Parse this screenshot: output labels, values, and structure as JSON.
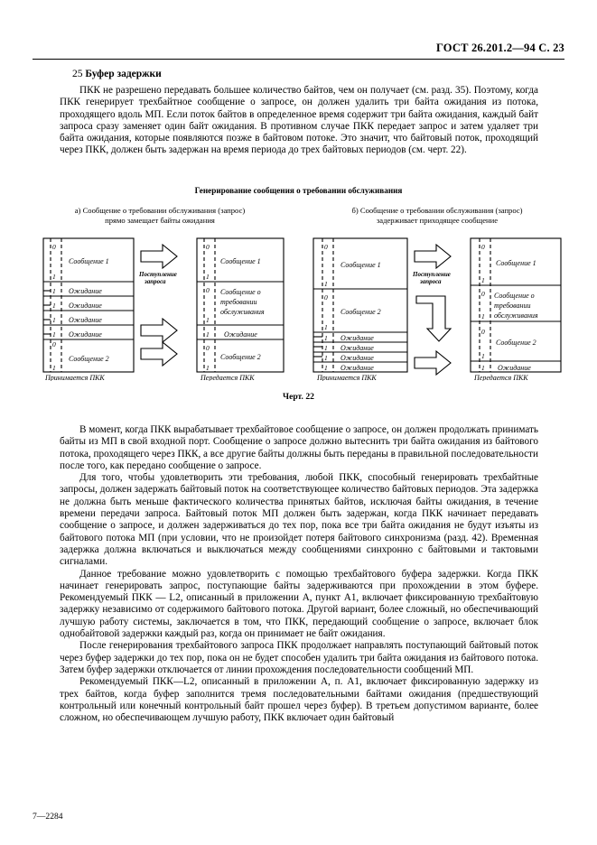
{
  "header": {
    "standard_line": "ГОСТ 26.201.2—94 С. 23"
  },
  "section": {
    "number": "25",
    "title": "Буфер задержки"
  },
  "paragraphs": {
    "p1": "ПКК не разрешено передавать большее количество байтов, чем он получает (см. разд. 35). Поэтому, когда ПКК генерирует трехбайтное сообщение о запросе, он должен удалить три байта ожидания из потока, проходящего вдоль МП. Если поток байтов в определенное время содержит три байта ожидания, каждый байт запроса сразу заменяет один байт ожидания. В противном случае ПКК передает запрос и затем удаляет три байта ожидания, которые появляются позже в байтовом потоке. Это значит, что байтовый поток, проходящий через ПКК, должен быть задержан на время периода до трех байтовых периодов (см. черт. 22).",
    "p2": "В момент, когда ПКК вырабатывает трехбайтовое сообщение о запросе, он должен продолжать принимать байты из МП в свой входной порт. Сообщение о запросе должно вытеснить три байта ожидания из байтового потока, проходящего через ПКК, а все другие байты должны быть переданы в правильной последовательности после того, как передано сообщение о запросе.",
    "p3": "Для того, чтобы удовлетворить эти требования, любой ПКК, способный генерировать трехбайтные запросы, должен задержать байтовый поток на соответствующее количество байтовых периодов. Эта задержка не должна быть меньше фактического количества принятых байтов, исключая байты ожидания, в течение времени передачи запроса. Байтовый поток МП должен быть задержан, когда ПКК начинает передавать сообщение о запросе, и должен задерживаться до тех пор, пока все три байта ожидания не будут изъяты из байтового потока МП (при условии, что не произойдет потеря байтового синхронизма (разд. 42). Временная задержка должна включаться и выключаться между сообщениями синхронно с байтовыми и тактовыми сигналами.",
    "p4": "Данное требование можно удовлетворить с помощью трехбайтового буфера задержки. Когда ПКК начинает генерировать запрос, поступающие байты задерживаются при прохождении в этом буфере. Рекомендуемый ПКК — L2, описанный в приложении А, пункт А1, включает фиксированную трехбайтовую задержку независимо от содержимого байтового потока. Другой вариант, более сложный, но обеспечивающий лучшую работу системы, заключается в том, что ПКК, передающий сообщение о запросе, включает блок однобайтовой задержки каждый раз, когда он принимает не байт ожидания.",
    "p5": "После генерирования трехбайтового запроса ПКК продолжает направлять поступающий байтовый поток через буфер задержки до тех пор, пока он не будет способен удалить три байта ожидания из байтового потока. Затем буфер задержки отключается от линии прохождения последовательности сообщений МП.",
    "p6": "Рекомендуемый ПКК—L2, описанный в приложении А, п. А1, включает фиксированную задержку из трех байтов, когда буфер заполнится тремя последовательными байтами ожидания (предшествующий контрольный или конечный контрольный байт прошел через буфер). В третьем допустимом варианте, более сложном, но обеспечивающем лучшую работу, ПКК включает один байтовый"
  },
  "figure": {
    "title": "Генерирование сообщения о требовании обслуживания",
    "caption": "Черт. 22",
    "panel_a": {
      "label": "а)",
      "caption_line1": "Сообщение о требовании обслуживания (запрос)",
      "caption_line2": "прямо замещает байты ожидания",
      "arrow_label_line1": "Поступление",
      "arrow_label_line2": "запроса",
      "left_caption": "Принимается ПКК",
      "right_caption": "Передается ПКК",
      "left_blocks": [
        {
          "text": "Сообщение 1",
          "tall": true,
          "start_bit": "0",
          "end_bit": "1"
        },
        {
          "text": "Ожидание",
          "tall": false,
          "start_bit": "1",
          "end_bit": ""
        },
        {
          "text": "Ожидание",
          "tall": false,
          "start_bit": "1",
          "end_bit": ""
        },
        {
          "text": "Ожидание",
          "tall": false,
          "start_bit": "1",
          "end_bit": ""
        },
        {
          "text": "Ожидание",
          "tall": false,
          "start_bit": "1",
          "end_bit": ""
        },
        {
          "text": "Сообщение 2",
          "tall": true,
          "start_bit": "0",
          "end_bit": "1"
        }
      ],
      "right_blocks": [
        {
          "text": "Сообщение 1",
          "tall": true,
          "start_bit": "0",
          "end_bit": "1"
        },
        {
          "text": "Сообщение о требовании обслуживания",
          "tall": true,
          "start_bit": "0",
          "end_bit": "1"
        },
        {
          "text": "Ожидание",
          "tall": false,
          "start_bit": "1",
          "end_bit": ""
        },
        {
          "text": "Сообщение 2",
          "tall": true,
          "start_bit": "0",
          "end_bit": "1"
        }
      ]
    },
    "panel_b": {
      "label": "б)",
      "caption_line1": "Сообщение о требовании обслуживания (запрос)",
      "caption_line2": "задерживает приходящее сообщение",
      "arrow_label_line1": "Поступление",
      "arrow_label_line2": "запроса",
      "left_caption": "Принимается ПКК",
      "right_caption": "Передается ПКК",
      "left_blocks": [
        {
          "text": "Сообщение 1",
          "tall": true,
          "start_bit": "0",
          "end_bit": "1"
        },
        {
          "text": "Сообщение 2",
          "tall": true,
          "start_bit": "0",
          "end_bit": "1"
        },
        {
          "text": "Ожидание",
          "tall": false,
          "start_bit": "1",
          "end_bit": ""
        },
        {
          "text": "Ожидание",
          "tall": false,
          "start_bit": "1",
          "end_bit": ""
        },
        {
          "text": "Ожидание",
          "tall": false,
          "start_bit": "1",
          "end_bit": ""
        },
        {
          "text": "Ожидание",
          "tall": false,
          "start_bit": "1",
          "end_bit": ""
        }
      ],
      "right_blocks": [
        {
          "text": "Сообщение 1",
          "tall": true,
          "start_bit": "0",
          "end_bit": "1"
        },
        {
          "text": "Сообщение о требовании обслуживания",
          "tall": true,
          "start_bit": "0",
          "end_bit": "1"
        },
        {
          "text": "Сообщение 2",
          "tall": true,
          "start_bit": "0",
          "end_bit": "1"
        },
        {
          "text": "Ожидание",
          "tall": false,
          "start_bit": "1",
          "end_bit": ""
        }
      ]
    }
  },
  "footer": {
    "signature": "7—2284"
  }
}
